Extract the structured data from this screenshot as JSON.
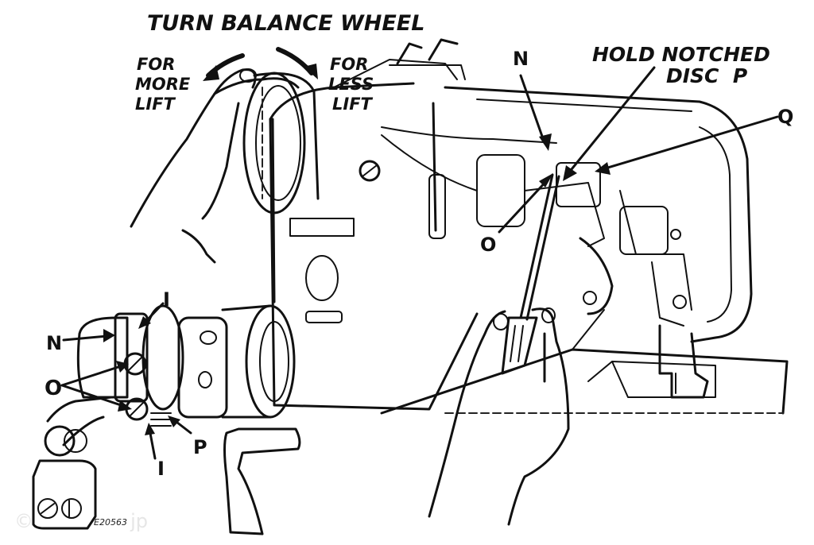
{
  "figure": {
    "title": "TURN BALANCE WHEEL",
    "more_lift": [
      "FOR",
      "MORE",
      "LIFT"
    ],
    "less_lift": [
      "FOR",
      "LESS",
      "LIFT"
    ],
    "hold_notched": [
      "HOLD NOTCHED",
      "DISC  P"
    ],
    "callouts": {
      "main_n": "N",
      "main_o": "O",
      "main_q": "Q",
      "inset_n": "N",
      "inset_o": "O",
      "inset_i_top": "I",
      "inset_i_bottom": "I",
      "inset_p": "P"
    },
    "figure_code": "E20563",
    "watermark": "©                jp"
  }
}
